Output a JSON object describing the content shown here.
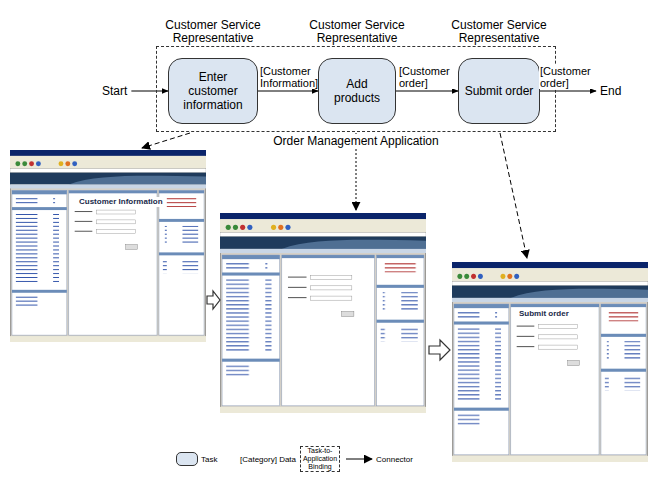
{
  "diagram": {
    "nodes": [
      {
        "text": [
          "Start"
        ]
      },
      {
        "text": [
          "Order Management Application"
        ]
      },
      {
        "text": [
          "Customer Service Representative",
          "Enter customer information"
        ],
        "in": 1
      },
      {
        "text": [
          "Customer Service Representative",
          "Add products"
        ],
        "in": 1
      },
      {
        "text": [
          "Customer Service Representative",
          "Submit order"
        ],
        "in": 1
      },
      {
        "text": [
          "End"
        ]
      }
    ],
    "edges": [
      {
        "from": 0,
        "to": 2,
        "arrow": "to"
      },
      {
        "from": 2,
        "to": 3,
        "label": "[Customer Information]",
        "arrow": "to"
      },
      {
        "from": 3,
        "to": 4,
        "label": "[Customer order]",
        "arrow": "to"
      },
      {
        "from": 4,
        "to": 5,
        "label": "[Customer order]",
        "arrow": "to"
      }
    ],
    "labels": [
      "Customer Information",
      "Submit order"
    ],
    "legend": [
      {
        "text": "Task",
        "color": "#dbe5f1"
      },
      {
        "text": "[Category] Data"
      },
      {
        "text": "Task-to-Application Binding"
      },
      {
        "text": "Connector"
      }
    ]
  }
}
